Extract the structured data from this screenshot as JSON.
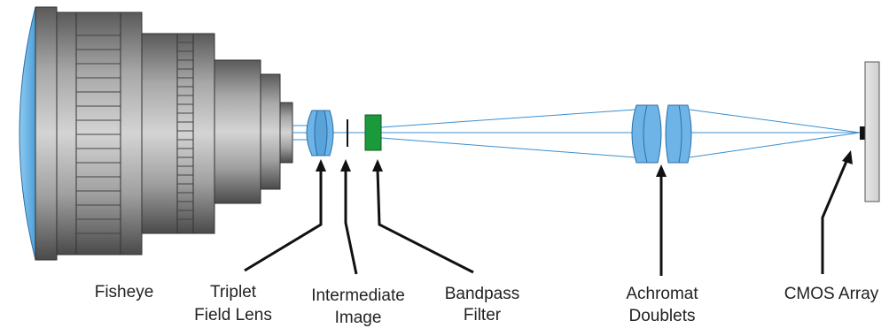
{
  "labels": {
    "fisheye": "Fisheye",
    "triplet_line1": "Triplet",
    "triplet_line2": "Field Lens",
    "intermediate_line1": "Intermediate",
    "intermediate_line2": "Image",
    "bandpass_line1": "Bandpass",
    "bandpass_line2": "Filter",
    "achromat_line1": "Achromat",
    "achromat_line2": "Doublets",
    "cmos": "CMOS Array"
  },
  "colors": {
    "lens_glass": "#6fb4e6",
    "lens_edge": "#2a6fa8",
    "ray": "#3a8fd0",
    "filter": "#1a9a3a",
    "sensor_panel": "#d8d8d8",
    "barrel_dark": "#555555",
    "barrel_light": "#c4c4c4"
  }
}
